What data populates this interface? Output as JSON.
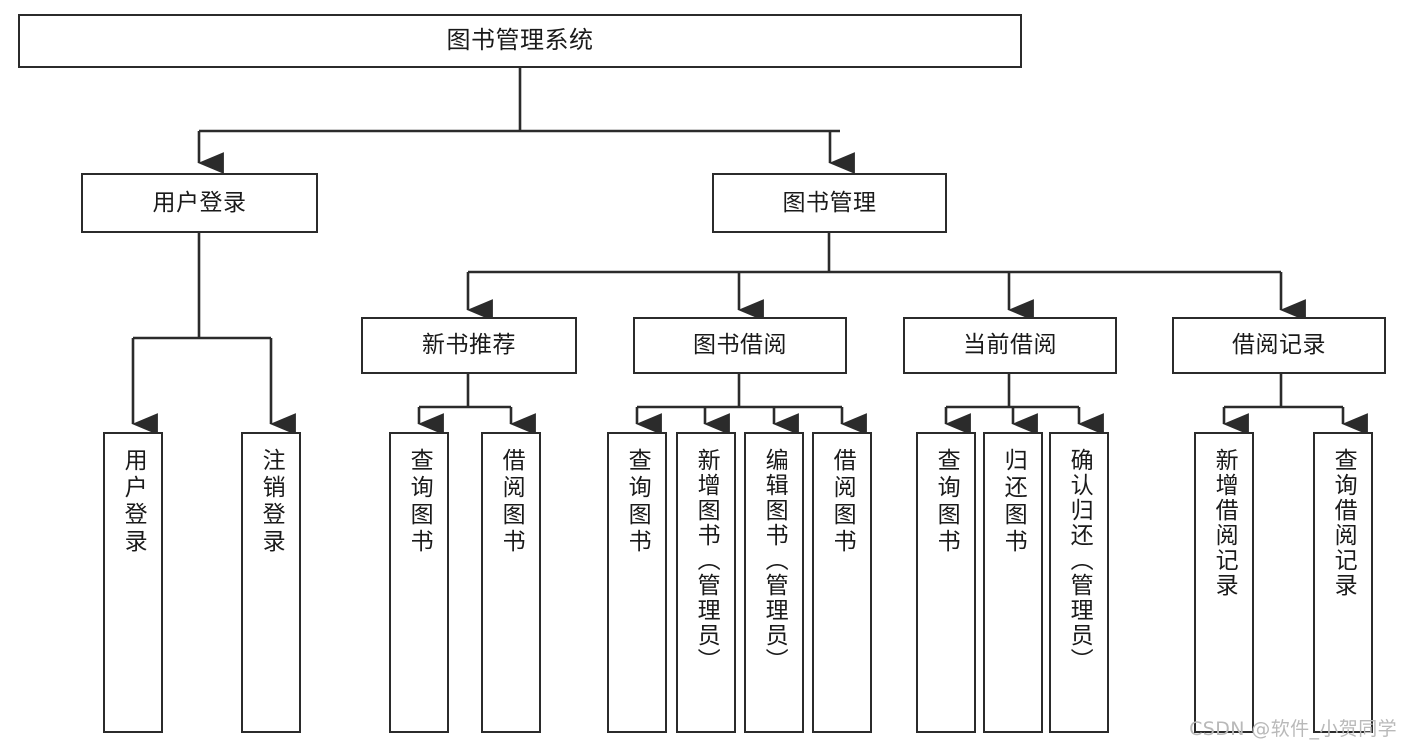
{
  "diagram": {
    "type": "tree",
    "title": "图书管理系统",
    "watermark": "CSDN @软件_小贺同学",
    "colors": {
      "box_border": "#2b2b2b",
      "box_fill": "#ffffff",
      "connector": "#2b2b2b",
      "text": "#1a1a1a",
      "watermark": "#b9b9b9",
      "background": "#ffffff"
    },
    "nodes": {
      "root": {
        "label": "图书管理系统"
      },
      "level2": [
        {
          "id": "user-login",
          "label": "用户登录"
        },
        {
          "id": "book-manage",
          "label": "图书管理"
        }
      ],
      "level3": [
        {
          "id": "new-book-recommend",
          "label": "新书推荐"
        },
        {
          "id": "book-borrow",
          "label": "图书借阅"
        },
        {
          "id": "current-borrow",
          "label": "当前借阅"
        },
        {
          "id": "borrow-record",
          "label": "借阅记录"
        }
      ],
      "leaves": {
        "user-login": [
          {
            "id": "leaf-user-login",
            "label": "用户登录"
          },
          {
            "id": "leaf-user-logout",
            "label": "注销登录"
          }
        ],
        "new-book-recommend": [
          {
            "id": "leaf-query-book-1",
            "label": "查询图书"
          },
          {
            "id": "leaf-borrow-book-1",
            "label": "借阅图书"
          }
        ],
        "book-borrow": [
          {
            "id": "leaf-query-book-2",
            "label": "查询图书"
          },
          {
            "id": "leaf-add-book",
            "label": "新增图书（管理员）"
          },
          {
            "id": "leaf-edit-book",
            "label": "编辑图书（管理员）"
          },
          {
            "id": "leaf-borrow-book-2",
            "label": "借阅图书"
          }
        ],
        "current-borrow": [
          {
            "id": "leaf-query-book-3",
            "label": "查询图书"
          },
          {
            "id": "leaf-return-book",
            "label": "归还图书"
          },
          {
            "id": "leaf-confirm-return",
            "label": "确认归还（管理员）"
          }
        ],
        "borrow-record": [
          {
            "id": "leaf-add-record",
            "label": "新增借阅记录"
          },
          {
            "id": "leaf-query-record",
            "label": "查询借阅记录"
          }
        ]
      }
    }
  }
}
